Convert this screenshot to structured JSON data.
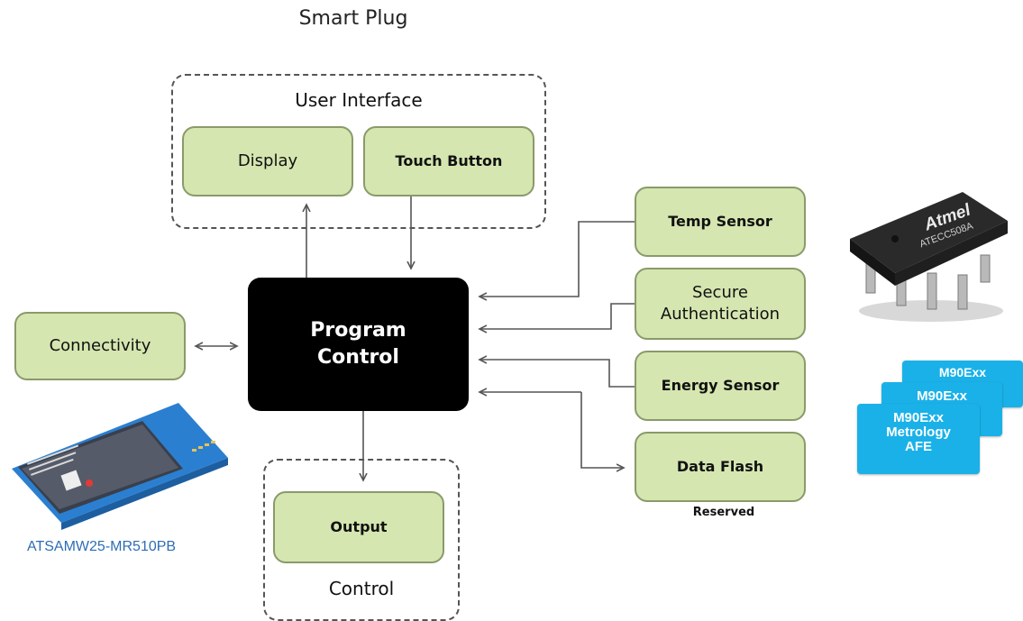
{
  "title": "Smart Plug",
  "groups": {
    "user_interface": "User Interface",
    "control": "Control"
  },
  "blocks": {
    "display": "Display",
    "touch_button": "Touch Button",
    "program_control_line1": "Program",
    "program_control_line2": "Control",
    "connectivity": "Connectivity",
    "output": "Output",
    "temp_sensor": "Temp Sensor",
    "secure_auth_line1": "Secure",
    "secure_auth_line2": "Authentication",
    "energy_sensor": "Energy Sensor",
    "data_flash": "Data Flash"
  },
  "labels": {
    "reserved": "Reserved",
    "module_caption": "ATSAMW25-MR510PB"
  },
  "chip": {
    "brand": "Atmel",
    "part": "ATECC508A"
  },
  "afe": {
    "back_label": "M90Exx",
    "mid_label": "M90Exx",
    "front_line1": "M90Exx",
    "front_line2": "Metrology",
    "front_line3": "AFE"
  },
  "colors": {
    "block_fill": "#d5e6b0",
    "block_border": "#8a9a6a",
    "core_fill": "#000000",
    "caption": "#2e6db5",
    "afe_blue": "#1ab1e8"
  }
}
